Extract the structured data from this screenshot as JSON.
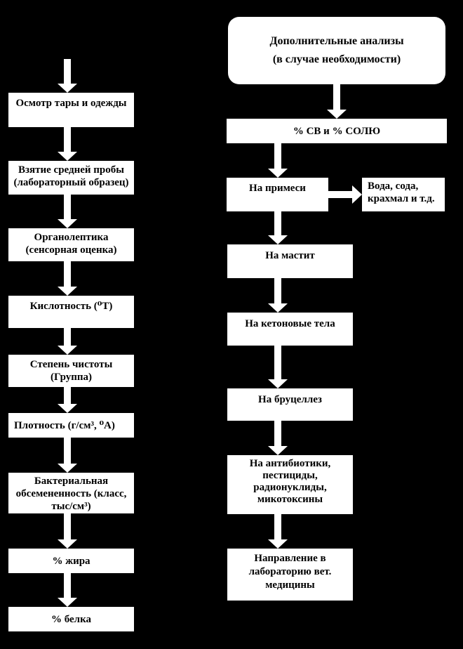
{
  "colors": {
    "background": "#000000",
    "box_fill": "#ffffff",
    "box_text": "#000000",
    "arrow": "#ffffff"
  },
  "left_column": {
    "steps": [
      {
        "label": "Осмотр тары и одежды"
      },
      {
        "label": "Взятие средней пробы\n(лабораторный образец)"
      },
      {
        "label": "Органолептика\n(сенсорная оценка)"
      },
      {
        "label": "Кислотность (⁰Т)"
      },
      {
        "label": "Степень чистоты\n(Группа)"
      },
      {
        "label": "Плотность (г/см³, ⁰А)"
      },
      {
        "label": "Бактериальная\nобсемененность (класс,\nтыс/см³)"
      },
      {
        "label": "% жира"
      },
      {
        "label": "% белка"
      }
    ]
  },
  "right_column": {
    "header": {
      "label": "Дополнительные анализы\n(в случае необходимости)"
    },
    "steps": [
      {
        "label": "% СВ и % СОЛЮ"
      },
      {
        "label": "На примеси"
      },
      {
        "label": "На мастит"
      },
      {
        "label": "На кетоновые тела"
      },
      {
        "label": "На бруцеллез"
      },
      {
        "label": "На антибиотики,\nпестициды,\nрадионуклиды,\nмикотоксины"
      },
      {
        "label": "Направление в\nлабораторию вет.\nмедицины"
      }
    ],
    "branch": {
      "label": "Вода, сода,\nкрахмал и т.д."
    }
  }
}
